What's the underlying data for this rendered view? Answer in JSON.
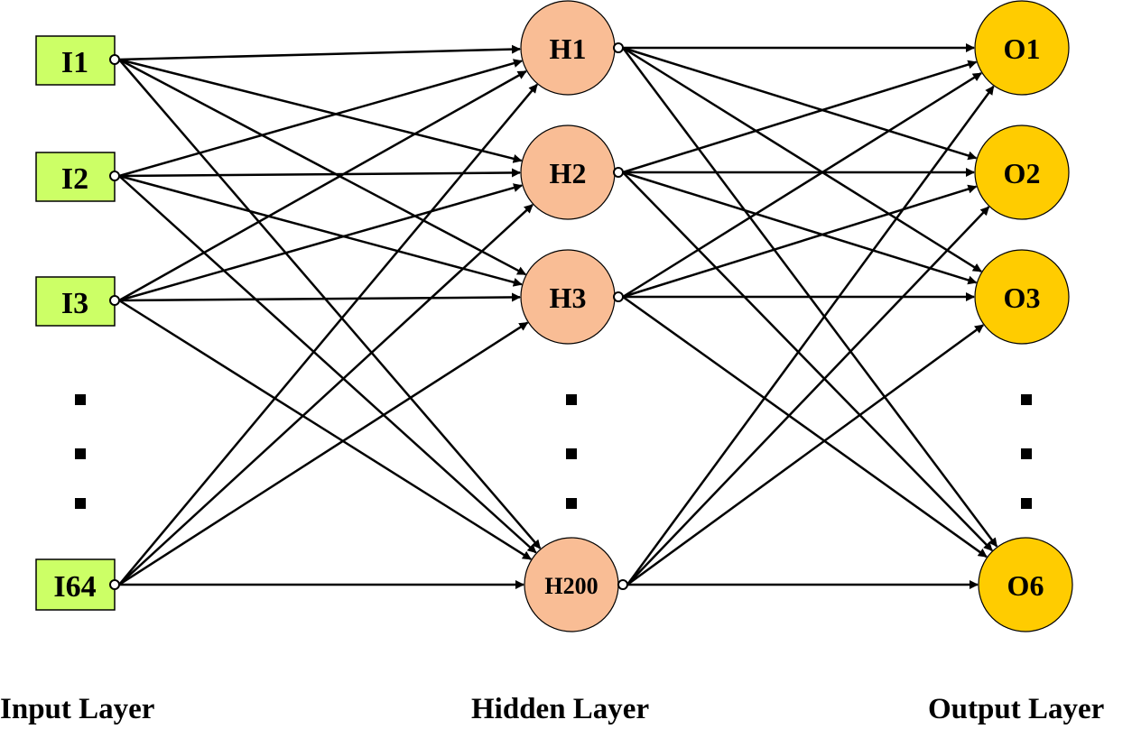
{
  "diagram": {
    "input_layer": {
      "label": "Input Layer",
      "nodes": [
        "I1",
        "I2",
        "I3",
        "I64"
      ],
      "fill": "#ccff66"
    },
    "hidden_layer": {
      "label": "Hidden Layer",
      "nodes": [
        "H1",
        "H2",
        "H3",
        "H200"
      ],
      "fill": "#f9bd95"
    },
    "output_layer": {
      "label": "Output Layer",
      "nodes": [
        "O1",
        "O2",
        "O3",
        "O6"
      ],
      "fill": "#ffcc00"
    },
    "edge_color": "#000000",
    "ellipsis_marker": "vertical-dots",
    "connectivity": "fully-connected"
  }
}
